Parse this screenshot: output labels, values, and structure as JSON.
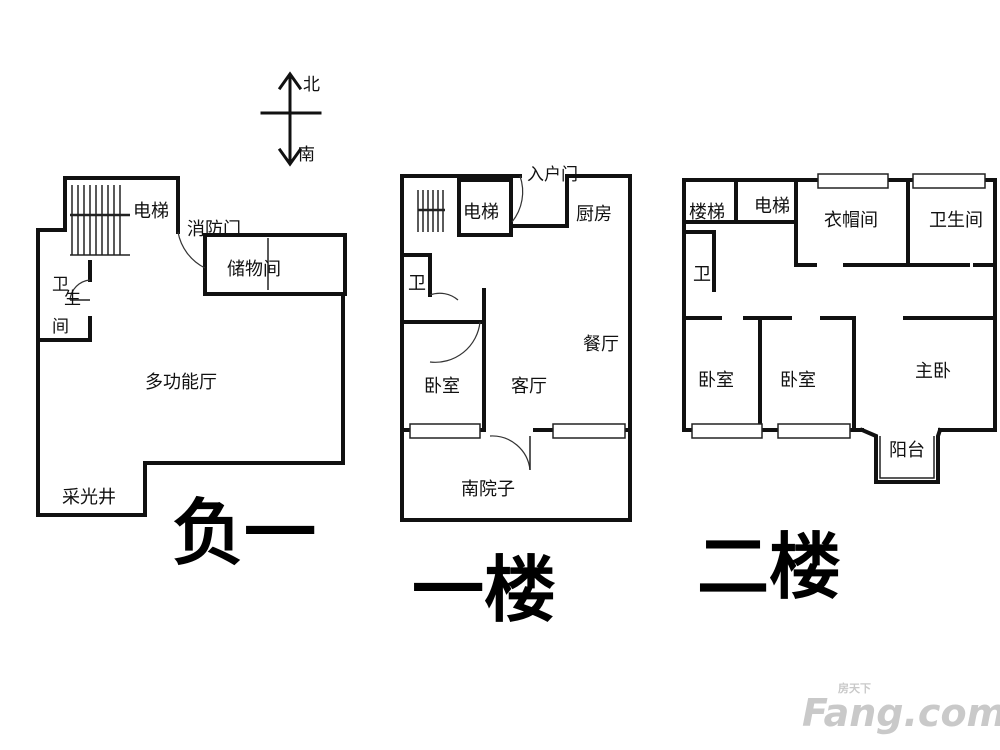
{
  "compass": {
    "north": "北",
    "south": "南"
  },
  "floors": {
    "basement": {
      "title": "负一",
      "rooms": {
        "elevator": "电梯",
        "fire_door": "消防门",
        "storage": "储物间",
        "wc_a": "卫",
        "wc_b": "生",
        "wc_c": "间",
        "multi_hall": "多功能厅",
        "light_well": "采光井"
      }
    },
    "first": {
      "title": "一楼",
      "rooms": {
        "elevator": "电梯",
        "entry_door": "入户门",
        "kitchen": "厨房",
        "wc": "卫",
        "dining": "餐厅",
        "bedroom": "卧室",
        "living": "客厅",
        "south_yard": "南院子"
      }
    },
    "second": {
      "title": "二楼",
      "rooms": {
        "stairs": "楼梯",
        "elevator": "电梯",
        "cloakroom": "衣帽间",
        "bathroom": "卫生间",
        "wc": "卫",
        "bedroom_1": "卧室",
        "bedroom_2": "卧室",
        "master": "主卧",
        "balcony": "阳台"
      }
    }
  },
  "watermark": {
    "brand": "Fang.com",
    "cn": "房天下"
  }
}
